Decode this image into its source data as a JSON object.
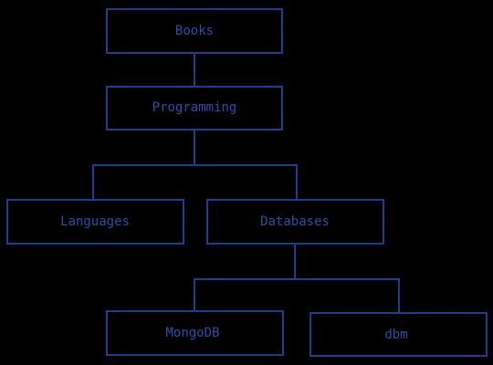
{
  "diagram": {
    "type": "tree",
    "colors": {
      "background": "#000000",
      "stroke": "#1e3f8f",
      "text": "#2a4fa8"
    },
    "nodes": {
      "books": "Books",
      "programming": "Programming",
      "languages": "Languages",
      "databases": "Databases",
      "mongodb": "MongoDB",
      "dbm": "dbm"
    },
    "edges": [
      [
        "books",
        "programming"
      ],
      [
        "programming",
        "languages"
      ],
      [
        "programming",
        "databases"
      ],
      [
        "databases",
        "mongodb"
      ],
      [
        "databases",
        "dbm"
      ]
    ]
  }
}
